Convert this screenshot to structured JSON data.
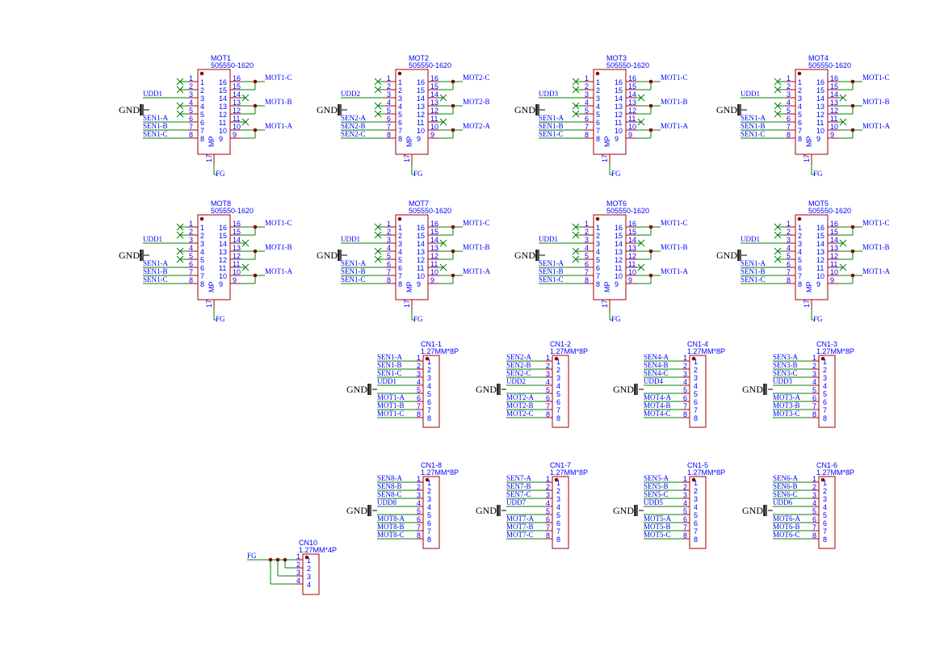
{
  "colors": {
    "wire": "#008000",
    "body": "#a00000",
    "text": "#0000ff",
    "junction": "#8b0000",
    "noconnect": "#008000",
    "ground": "#000000"
  },
  "gnd_label": "GND",
  "fg_label": "FG",
  "mp_label": "MP",
  "pin17": "17",
  "motors": [
    {
      "ref": "MOT1",
      "value": "505550-1620",
      "udd": "UDD1",
      "sen": [
        "SEN1-A",
        "SEN1-B",
        "SEN1-C"
      ],
      "mot": [
        "MOT1-C",
        "MOT1-B",
        "MOT1-A"
      ]
    },
    {
      "ref": "MOT2",
      "value": "505550-1620",
      "udd": "UDD2",
      "sen": [
        "SEN2-A",
        "SEN2-B",
        "SEN2-C"
      ],
      "mot": [
        "MOT2-C",
        "MOT2-B",
        "MOT2-A"
      ]
    },
    {
      "ref": "MOT3",
      "value": "505550-1620",
      "udd": "UDD3",
      "sen": [
        "SEN1-A",
        "SEN1-B",
        "SEN1-C"
      ],
      "mot": [
        "MOT1-C",
        "MOT1-B",
        "MOT1-A"
      ]
    },
    {
      "ref": "MOT4",
      "value": "505550-1620",
      "udd": "UDD1",
      "sen": [
        "SEN1-A",
        "SEN1-B",
        "SEN1-C"
      ],
      "mot": [
        "MOT1-C",
        "MOT1-B",
        "MOT1-A"
      ]
    },
    {
      "ref": "MOT8",
      "value": "505550-1620",
      "udd": "UDD1",
      "sen": [
        "SEN1-A",
        "SEN1-B",
        "SEN1-C"
      ],
      "mot": [
        "MOT1-C",
        "MOT1-B",
        "MOT1-A"
      ]
    },
    {
      "ref": "MOT7",
      "value": "505550-1620",
      "udd": "UDD1",
      "sen": [
        "SEN1-A",
        "SEN1-B",
        "SEN1-C"
      ],
      "mot": [
        "MOT1-C",
        "MOT1-B",
        "MOT1-A"
      ]
    },
    {
      "ref": "MOT6",
      "value": "505550-1620",
      "udd": "UDD1",
      "sen": [
        "SEN1-A",
        "SEN1-B",
        "SEN1-C"
      ],
      "mot": [
        "MOT1-C",
        "MOT1-B",
        "MOT1-A"
      ]
    },
    {
      "ref": "MOT5",
      "value": "505550-1620",
      "udd": "UDD1",
      "sen": [
        "SEN1-A",
        "SEN1-B",
        "SEN1-C"
      ],
      "mot": [
        "MOT1-C",
        "MOT1-B",
        "MOT1-A"
      ]
    }
  ],
  "connectors": [
    {
      "ref": "CN1-1",
      "value": "1.27MM*8P",
      "nets": [
        "SEN1-A",
        "SEN1-B",
        "SEN1-C",
        "UDD1",
        "",
        "MOT1-A",
        "MOT1-B",
        "MOT1-C"
      ]
    },
    {
      "ref": "CN1-2",
      "value": "1.27MM*8P",
      "nets": [
        "SEN2-A",
        "SEN2-B",
        "SEN2-C",
        "UDD2",
        "",
        "MOT2-A",
        "MOT2-B",
        "MOT2-C"
      ]
    },
    {
      "ref": "CN1-4",
      "value": "1.27MM*8P",
      "nets": [
        "SEN4-A",
        "SEN4-B",
        "SEN4-C",
        "UDD4",
        "",
        "MOT4-A",
        "MOT4-B",
        "MOT4-C"
      ]
    },
    {
      "ref": "CN1-3",
      "value": "1.27MM*8P",
      "nets": [
        "SEN3-A",
        "SEN3-B",
        "SEN3-C",
        "UDD3",
        "",
        "MOT3-A",
        "MOT3-B",
        "MOT3-C"
      ]
    },
    {
      "ref": "CN1-8",
      "value": "1.27MM*8P",
      "nets": [
        "SEN8-A",
        "SEN8-B",
        "SEN8-C",
        "UDD8",
        "",
        "MOT8-A",
        "MOT8-B",
        "MOT8-C"
      ]
    },
    {
      "ref": "CN1-7",
      "value": "1.27MM*8P",
      "nets": [
        "SEN7-A",
        "SEN7-B",
        "SEN7-C",
        "UDD7",
        "",
        "MOT7-A",
        "MOT7-B",
        "MOT7-C"
      ]
    },
    {
      "ref": "CN1-5",
      "value": "1.27MM*8P",
      "nets": [
        "SEN5-A",
        "SEN5-B",
        "SEN5-C",
        "UDD5",
        "",
        "MOT5-A",
        "MOT5-B",
        "MOT5-C"
      ]
    },
    {
      "ref": "CN1-6",
      "value": "1.27MM*8P",
      "nets": [
        "SEN6-A",
        "SEN6-B",
        "SEN6-C",
        "UDD6",
        "",
        "MOT6-A",
        "MOT6-B",
        "MOT6-C"
      ]
    }
  ],
  "cn10": {
    "ref": "CN10",
    "value": "1.27MM*4P",
    "net": "FG",
    "pins": [
      "1",
      "2",
      "3",
      "4"
    ]
  }
}
